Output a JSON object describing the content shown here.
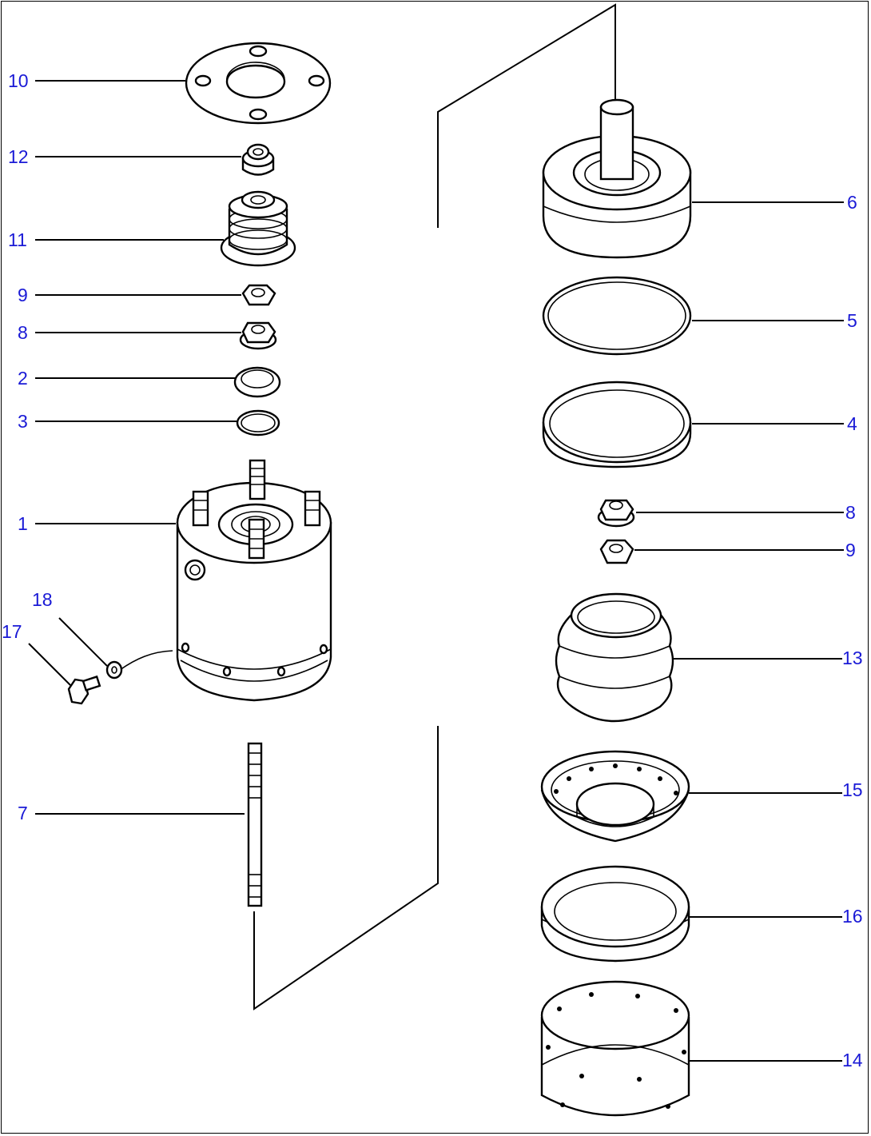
{
  "diagram": {
    "type": "exploded-parts-view",
    "callouts": [
      "10",
      "12",
      "11",
      "9",
      "8",
      "2",
      "3",
      "1",
      "18",
      "17",
      "7",
      "6",
      "5",
      "4",
      "8",
      "9",
      "13",
      "15",
      "16",
      "14"
    ]
  },
  "colors": {
    "callout_text": "#1a1ad6",
    "line": "#000000",
    "background": "#ffffff"
  }
}
